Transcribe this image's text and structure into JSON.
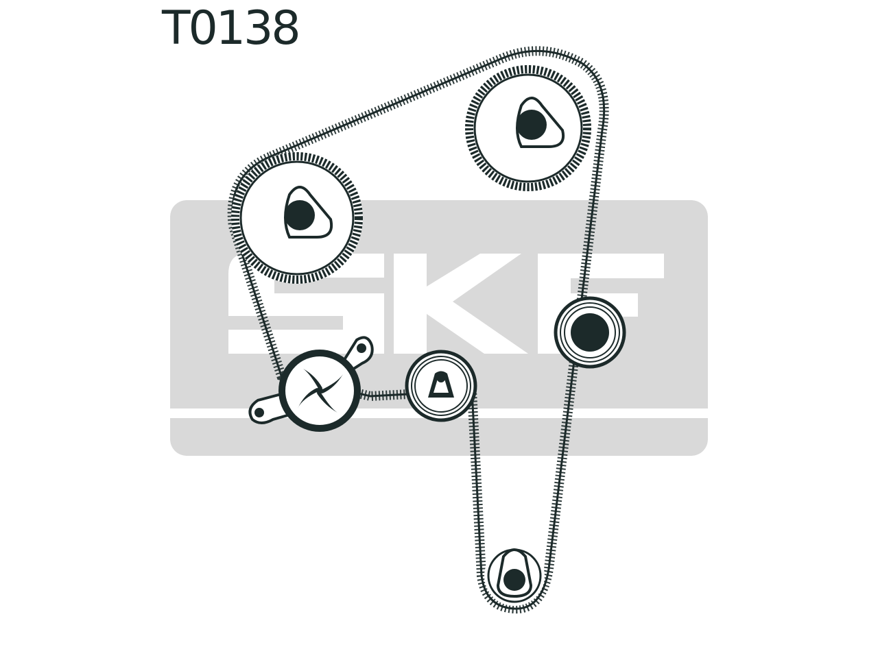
{
  "diagram": {
    "part_number": "T0138",
    "brand_watermark": "SKF",
    "colors": {
      "ink": "#1c2a2a",
      "belt_teeth": "#2e3b3b",
      "watermark_gray": "#d9d9d9",
      "background": "#ffffff"
    },
    "components": [
      {
        "name": "camshaft-sprocket-upper-right",
        "type": "toothed-pulley"
      },
      {
        "name": "camshaft-sprocket-left",
        "type": "toothed-pulley"
      },
      {
        "name": "tensioner-pulley",
        "type": "eccentric-tensioner"
      },
      {
        "name": "idler-pulley-center",
        "type": "idler"
      },
      {
        "name": "idler-pulley-right",
        "type": "idler"
      },
      {
        "name": "crankshaft-sprocket",
        "type": "toothed-pulley"
      },
      {
        "name": "timing-belt",
        "type": "toothed-belt"
      }
    ]
  }
}
